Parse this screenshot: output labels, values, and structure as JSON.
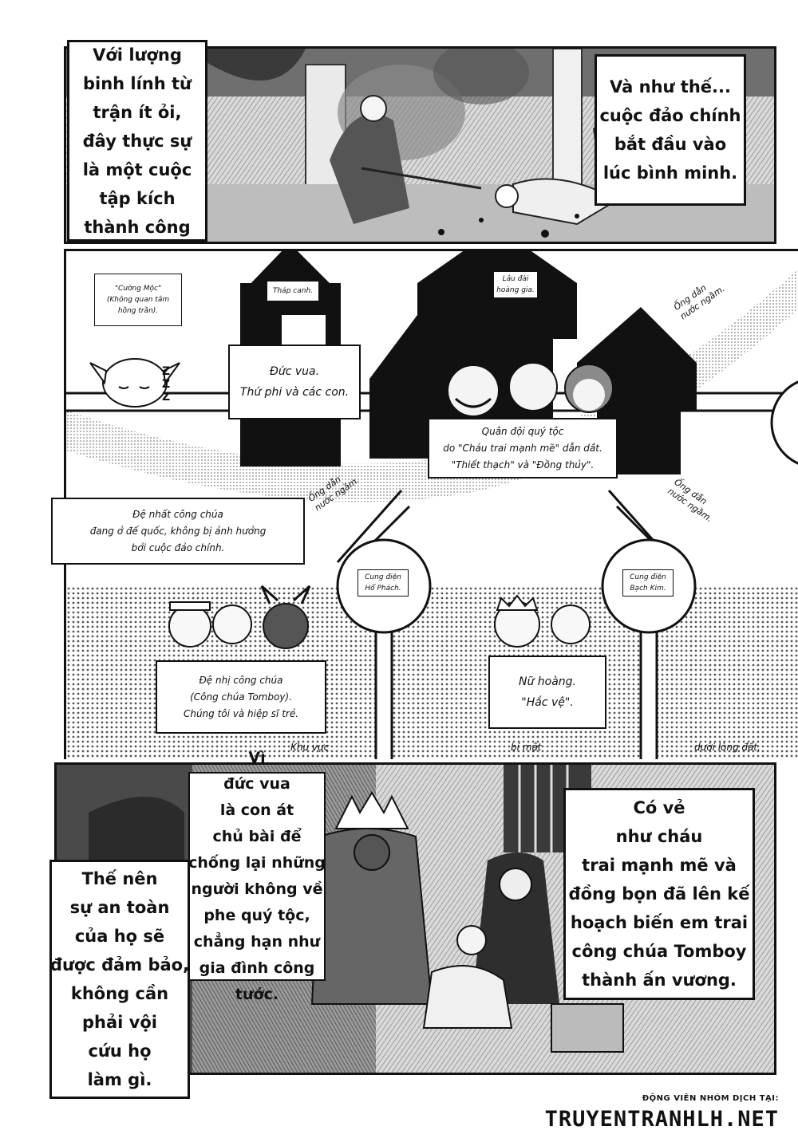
{
  "panel1": {
    "left_caption": [
      "Với lượng",
      "binh lính từ",
      "trận ít ỏi,",
      "đây thực sự",
      "là một cuộc",
      "tập kích",
      "thành công"
    ],
    "right_caption": [
      "Và như thế...",
      "cuộc đảo chính",
      "bắt đầu vào",
      "lúc bình minh."
    ]
  },
  "map": {
    "elf_note": [
      "\"Cường Mộc\"",
      "(Không quan tâm",
      "hồng trần)."
    ],
    "sleep_mark": "Z Z Z",
    "tower_label": "Tháp canh.",
    "castle_label": [
      "Lâu đài",
      "hoàng gia."
    ],
    "king_family": [
      "Đức vua.",
      "Thứ phi và các con."
    ],
    "noble_army": [
      "Quân đội quý tộc",
      "do \"Cháu trai mạnh mẽ\" dẫn dắt.",
      "\"Thiết thạch\" và \"Đồng thủy\"."
    ],
    "first_princess": [
      "Đệ nhất công chúa",
      "đang ở đế quốc, không bị ảnh hưởng",
      "bởi cuộc đảo chính."
    ],
    "pipe_top_right": [
      "Ống dẫn",
      "nước ngầm."
    ],
    "pipe_left": [
      "Ống dẫn",
      "nước ngầm."
    ],
    "pipe_right": [
      "Ống dẫn",
      "nước ngầm."
    ],
    "amber_palace": [
      "Cung điện",
      "Hổ Phách."
    ],
    "platinum_palace": [
      "Cung điện",
      "Bạch Kim."
    ],
    "second_princess": [
      "Đệ nhị công chúa",
      "(Công chúa Tomboy).",
      "Chúng tôi và hiệp sĩ trẻ."
    ],
    "queen": [
      "Nữ hoàng.",
      "\"Hắc vệ\"."
    ],
    "region_words": [
      "Khu vực",
      "bí mật",
      "dưới lòng đất."
    ]
  },
  "panel3": {
    "center_caption": [
      "Vì",
      "đức vua",
      "là con át",
      "chủ bài để",
      "chống lại những",
      "người không về",
      "phe quý tộc,",
      "chẳng hạn như",
      "gia đình công",
      "tước."
    ],
    "left_caption": [
      "Thế nên",
      "sự an toàn",
      "của họ sẽ",
      "được đảm bảo,",
      "không cần",
      "phải vội",
      "cứu họ",
      "làm gì."
    ],
    "right_caption": [
      "Có vẻ",
      "như cháu",
      "trai mạnh mẽ và",
      "đồng bọn đã lên kế",
      "hoạch biến em trai",
      "công chúa Tomboy",
      "thành ấn vương."
    ]
  },
  "credit": {
    "line1": "ĐỘNG VIÊN NHÓM DỊCH TẠI:",
    "line2": "TRUYENTRANHLH.NET"
  }
}
